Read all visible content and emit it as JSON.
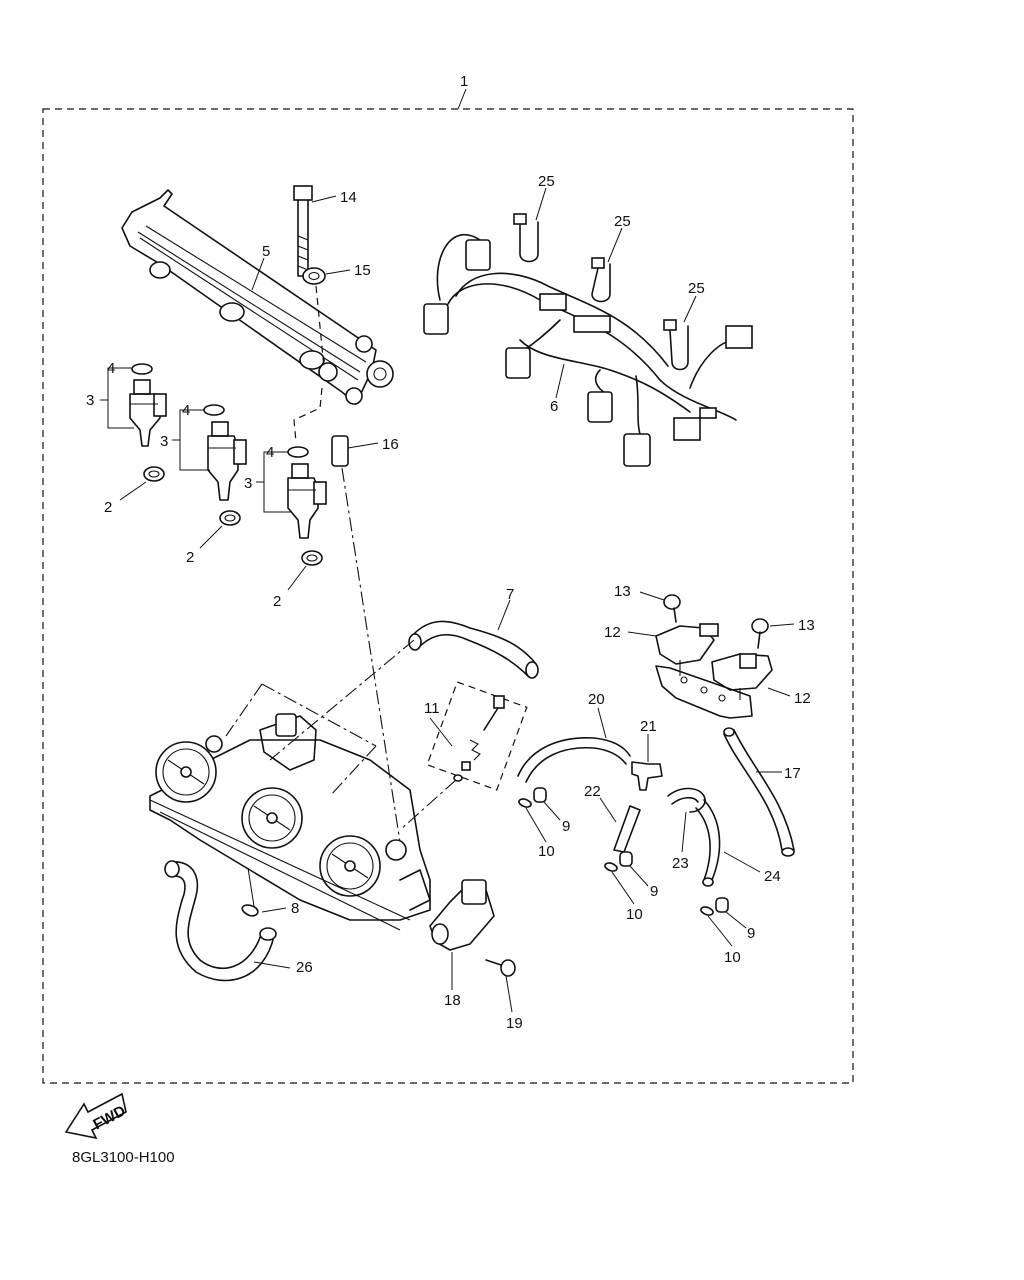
{
  "diagram": {
    "code": "8GL3100-H100",
    "fwd_label": "FWD",
    "callouts": {
      "c1": "1",
      "c2a": "2",
      "c2b": "2",
      "c2c": "2",
      "c3a": "3",
      "c3b": "3",
      "c3c": "3",
      "c4a": "4",
      "c4b": "4",
      "c4c": "4",
      "c5": "5",
      "c6": "6",
      "c7": "7",
      "c8": "8",
      "c9a": "9",
      "c9b": "9",
      "c9c": "9",
      "c10a": "10",
      "c10b": "10",
      "c10c": "10",
      "c11": "11",
      "c12a": "12",
      "c12b": "12",
      "c13a": "13",
      "c13b": "13",
      "c14": "14",
      "c15": "15",
      "c16": "16",
      "c17": "17",
      "c18": "18",
      "c19": "19",
      "c20": "20",
      "c21": "21",
      "c22": "22",
      "c23": "23",
      "c24": "24",
      "c25a": "25",
      "c25b": "25",
      "c25c": "25",
      "c26": "26"
    }
  }
}
